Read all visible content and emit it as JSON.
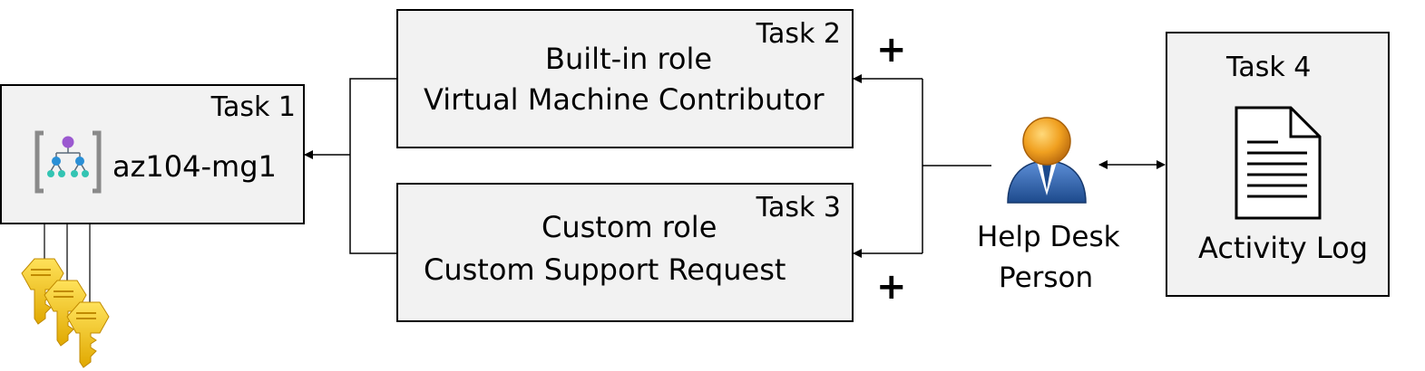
{
  "task1": {
    "label": "Task 1",
    "resource": "az104-mg1"
  },
  "task2": {
    "label": "Task 2",
    "line1": "Built-in role",
    "line2": "Virtual Machine Contributor"
  },
  "task3": {
    "label": "Task 3",
    "line1": "Custom role",
    "line2": "Custom Support Request"
  },
  "task4": {
    "label": "Task 4",
    "caption": "Activity Log"
  },
  "person": {
    "line1": "Help Desk",
    "line2": "Person"
  },
  "plus_sign": "+",
  "icons": {
    "management_group": "management-group-icon",
    "keys": "key-icon",
    "person": "user-icon",
    "document": "document-icon"
  },
  "colors": {
    "box_fill": "#f2f2f2",
    "key": "#f2c811",
    "person_head": "#f0a020",
    "person_body": "#2e5fa8",
    "hierarchy_top": "#9b59d0",
    "hierarchy_nodes": "#2a8fd6"
  }
}
